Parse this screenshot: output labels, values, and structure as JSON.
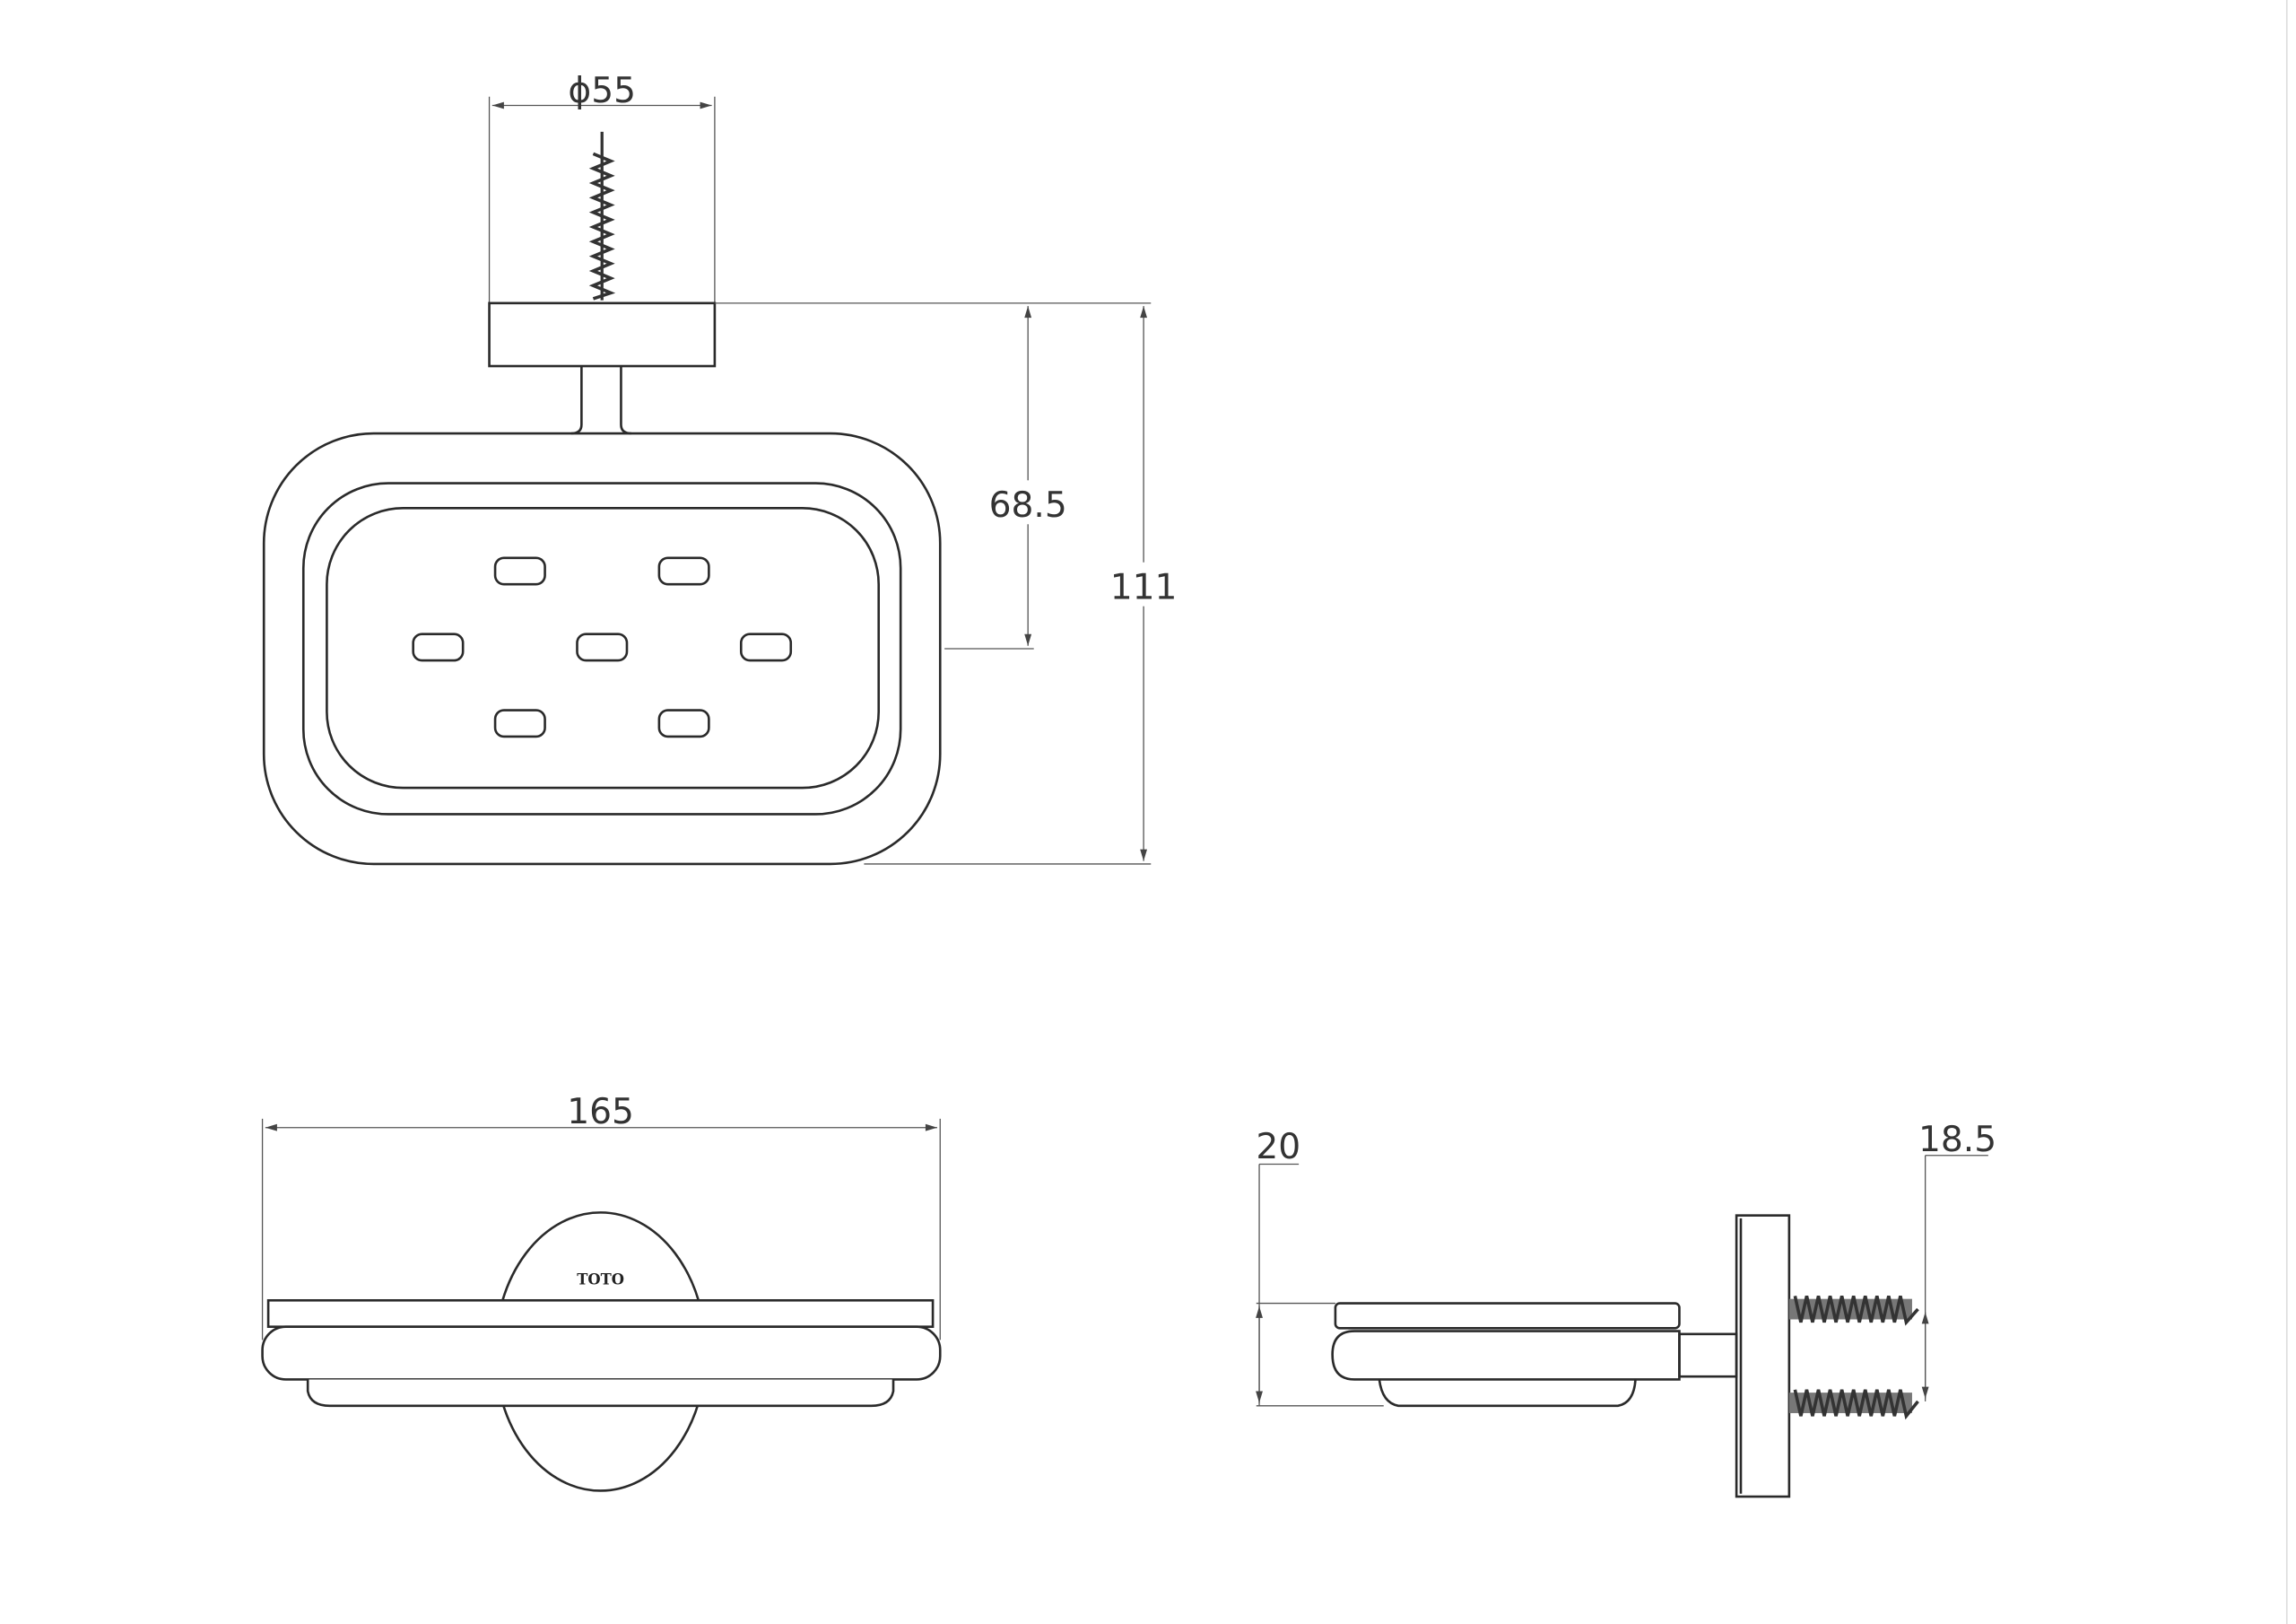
{
  "drawing": {
    "dimensions": {
      "flange_diameter": "ϕ55",
      "screw_to_slot_center": "68.5",
      "total_height": "111",
      "total_width": "165",
      "dish_depth": "20",
      "screw_spacing": "18.5"
    },
    "logo_text": "TOTO",
    "line_color": "#2a2a2a"
  }
}
